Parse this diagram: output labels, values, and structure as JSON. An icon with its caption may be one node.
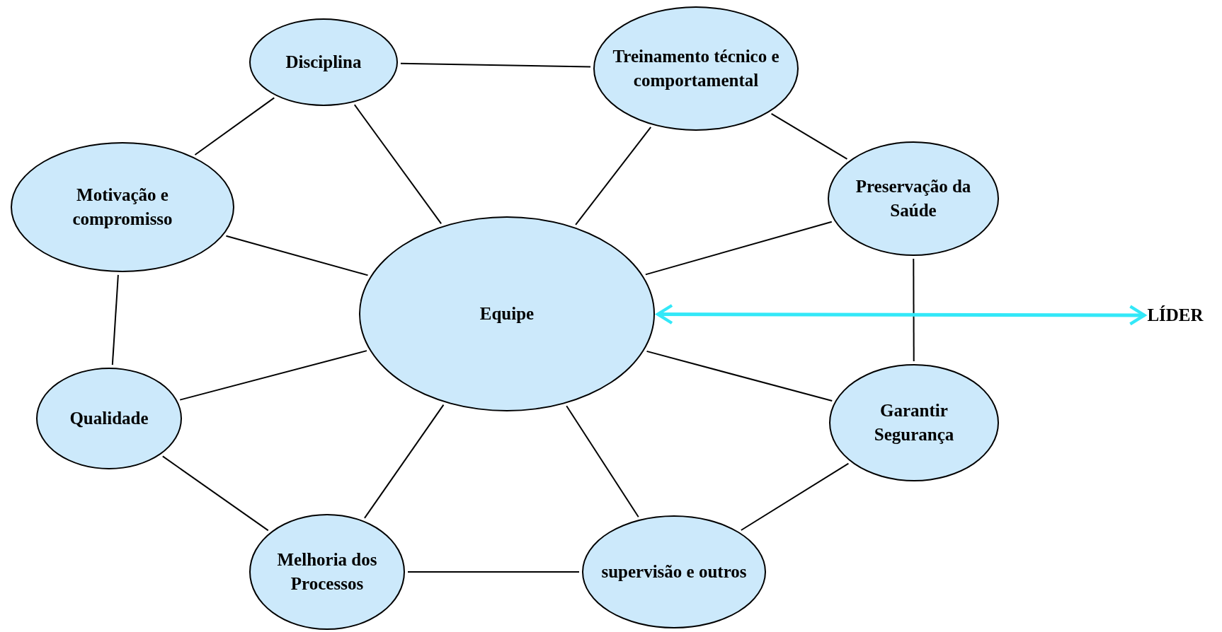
{
  "diagram": {
    "nodes": [
      {
        "text": [
          "Disciplina"
        ]
      },
      {
        "text": [
          "Treinamento técnico e comportamental"
        ]
      },
      {
        "text": [
          "Motivação e compromisso"
        ]
      },
      {
        "text": [
          "Preservação da Saúde"
        ]
      },
      {
        "text": [
          "Equipe"
        ]
      },
      {
        "text": [
          "LÍDER"
        ]
      },
      {
        "text": [
          "Qualidade"
        ]
      },
      {
        "text": [
          "Garantir Segurança"
        ]
      },
      {
        "text": [
          "Melhoria dos Processos"
        ]
      },
      {
        "text": [
          "supervisão e outros"
        ]
      }
    ],
    "edges": [
      {
        "from": 0,
        "to": 1,
        "arrow": "none"
      },
      {
        "from": 0,
        "to": 2,
        "arrow": "none"
      },
      {
        "from": 0,
        "to": 4,
        "arrow": "none"
      },
      {
        "from": 1,
        "to": 4,
        "arrow": "none"
      },
      {
        "from": 1,
        "to": 3,
        "arrow": "none"
      },
      {
        "from": 2,
        "to": 4,
        "arrow": "none"
      },
      {
        "from": 2,
        "to": 6,
        "arrow": "none"
      },
      {
        "from": 3,
        "to": 4,
        "arrow": "none"
      },
      {
        "from": 3,
        "to": 7,
        "arrow": "none"
      },
      {
        "from": 4,
        "to": 5,
        "arrow": "both",
        "style": "thick",
        "color": "#33e8f8"
      },
      {
        "from": 4,
        "to": 6,
        "arrow": "none"
      },
      {
        "from": 4,
        "to": 7,
        "arrow": "none"
      },
      {
        "from": 4,
        "to": 8,
        "arrow": "none"
      },
      {
        "from": 4,
        "to": 9,
        "arrow": "none"
      },
      {
        "from": 6,
        "to": 8,
        "arrow": "none"
      },
      {
        "from": 8,
        "to": 9,
        "arrow": "none"
      },
      {
        "from": 9,
        "to": 7,
        "arrow": "none"
      }
    ]
  }
}
